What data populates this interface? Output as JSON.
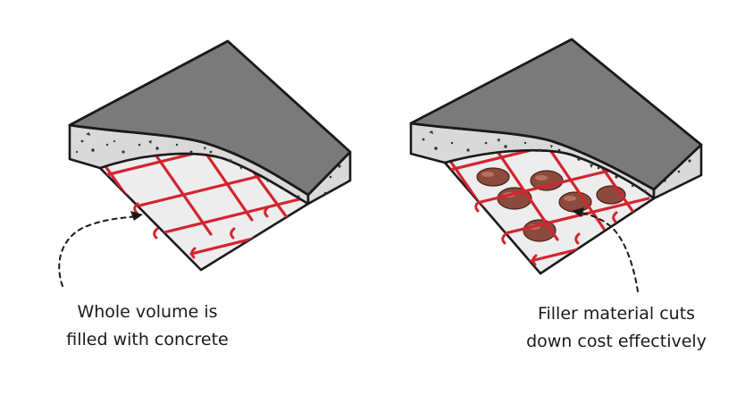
{
  "diagram": {
    "left_panel": {
      "caption_lines": [
        "Whole volume is",
        "filled with concrete"
      ]
    },
    "right_panel": {
      "caption_lines": [
        "Filler material cuts",
        "down cost effectively"
      ]
    },
    "colors": {
      "slab_top": "#7a7a7a",
      "concrete_edge": "#d9d9d9",
      "slab_underside": "#ededed",
      "reinforcement": "#d42430",
      "filler": "#8b4a3c",
      "outline": "#1a1a1a"
    }
  }
}
